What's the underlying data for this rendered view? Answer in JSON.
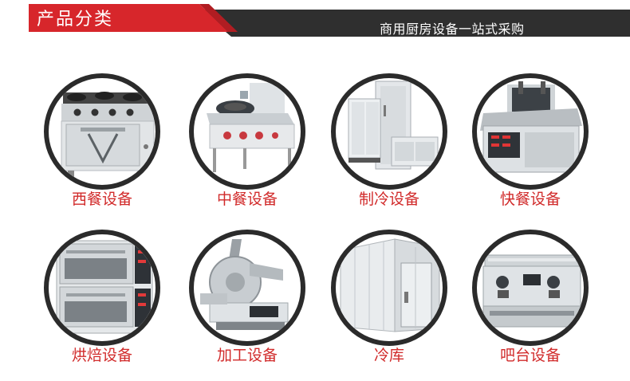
{
  "header": {
    "title": "产品分类",
    "tagline": "商用厨房设备一站式采购"
  },
  "categories": [
    {
      "label": "西餐设备",
      "icon": "western-range-icon"
    },
    {
      "label": "中餐设备",
      "icon": "chinese-stove-icon"
    },
    {
      "label": "制冷设备",
      "icon": "refrigerator-icon"
    },
    {
      "label": "快餐设备",
      "icon": "fryer-icon"
    },
    {
      "label": "烘焙设备",
      "icon": "oven-icon"
    },
    {
      "label": "加工设备",
      "icon": "slicer-icon"
    },
    {
      "label": "冷库",
      "icon": "cold-room-icon"
    },
    {
      "label": "吧台设备",
      "icon": "espresso-machine-icon"
    }
  ],
  "colors": {
    "accent_red": "#d7262b",
    "dark_band": "#2f2f2f",
    "ring": "#2b2b2b",
    "label_red": "#d12a2a"
  }
}
